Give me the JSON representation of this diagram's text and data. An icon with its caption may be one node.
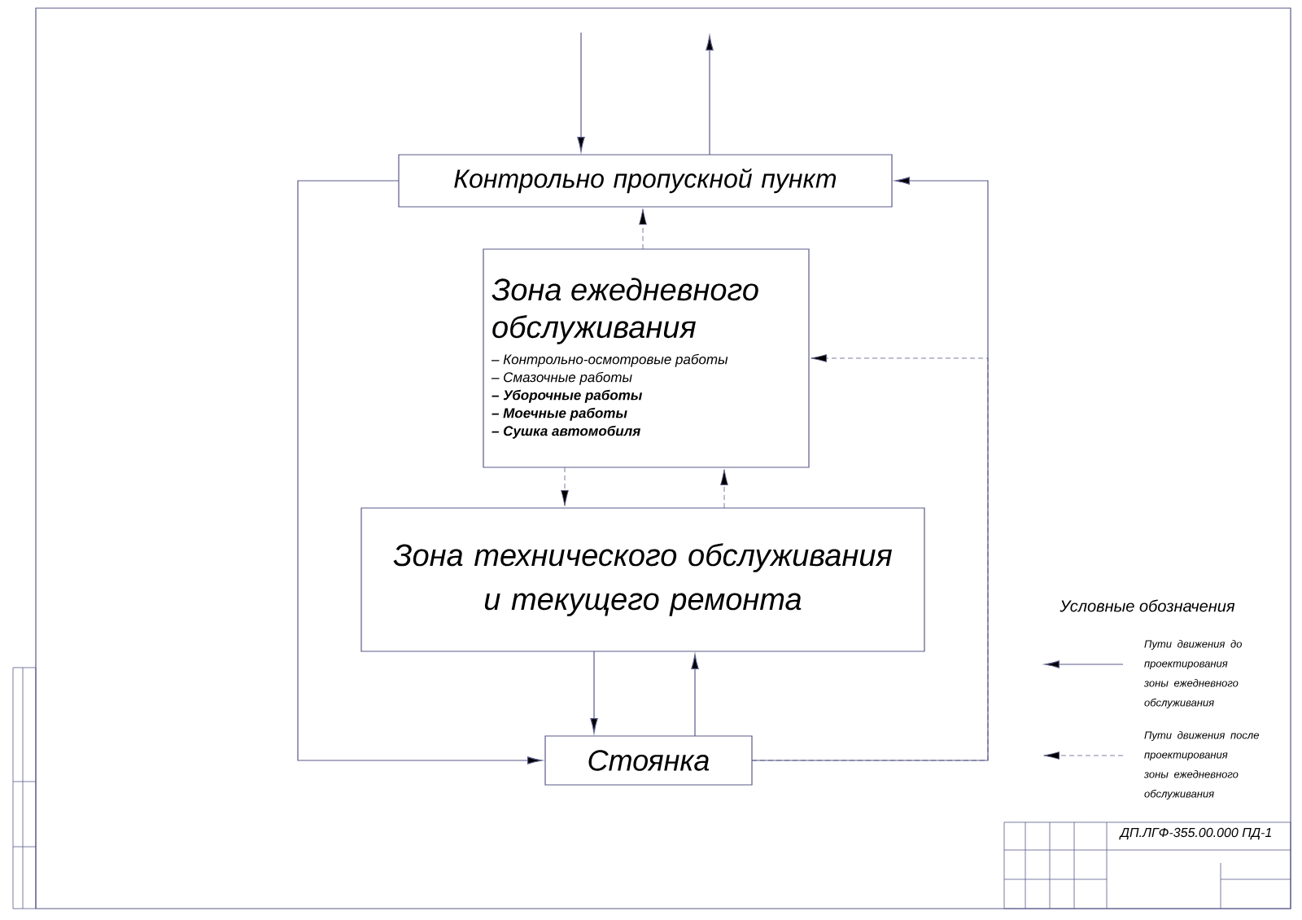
{
  "diagram": {
    "nodes": [
      {
        "text": [
          "Контрольно пропускной пункт"
        ]
      },
      {
        "text": [
          "Зона ежедневного обслуживания",
          "– Контрольно-осмотровые работы",
          "– Смазочные работы",
          "– Уборочные работы",
          "– Моечные работы",
          "– Сушка автомобиля"
        ]
      },
      {
        "text": [
          "Зона технического обслуживания и текущего ремонта"
        ]
      },
      {
        "text": [
          "Стоянка"
        ]
      }
    ],
    "edges": [
      {
        "from": null,
        "to": 0,
        "arrow": "to"
      },
      {
        "from": 0,
        "to": null,
        "arrow": "to"
      },
      {
        "from": 0,
        "to": 3,
        "arrow": "to"
      },
      {
        "from": 3,
        "to": 0,
        "arrow": "to"
      },
      {
        "from": 1,
        "to": 0,
        "arrow": "to",
        "style": "dashed"
      },
      {
        "from": 3,
        "to": 1,
        "arrow": "to",
        "style": "dashed"
      },
      {
        "from": 1,
        "to": 2,
        "arrow": "to",
        "style": "dashed"
      },
      {
        "from": 2,
        "to": 1,
        "arrow": "to",
        "style": "dashed"
      },
      {
        "from": 2,
        "to": 3,
        "arrow": "to"
      },
      {
        "from": 3,
        "to": 2,
        "arrow": "to"
      }
    ],
    "labels": [
      "Условные обозначения",
      "ДП.ЛГФ-355.00.000 ПД-1"
    ],
    "legend": [
      {
        "text": "Пути движения до проектирования зоны ежедневного обслуживания"
      },
      {
        "text": "Пути движения после проектирования зоны ежедневного обслуживания"
      }
    ]
  }
}
